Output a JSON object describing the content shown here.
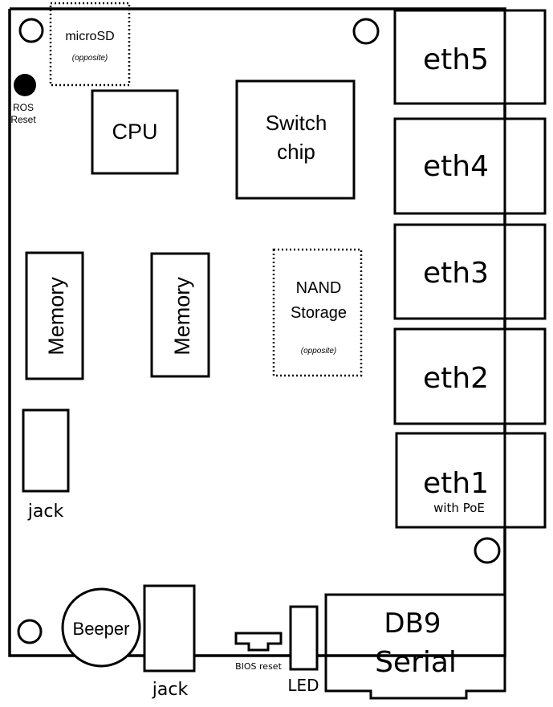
{
  "labels": {
    "microsd": "microSD",
    "microsd_note": "(opposite)",
    "ros_reset_line1": "ROS",
    "ros_reset_line2": "Reset",
    "cpu": "CPU",
    "switch_line1": "Switch",
    "switch_line2": "chip",
    "memory_left": "Memory",
    "memory_right": "Memory",
    "nand_line1": "NAND",
    "nand_line2": "Storage",
    "nand_note": "(opposite)",
    "eth5": "eth5",
    "eth4": "eth4",
    "eth3": "eth3",
    "eth2": "eth2",
    "eth1": "eth1",
    "eth1_note": "with PoE",
    "jack_left": "jack",
    "jack_bottom": "jack",
    "beeper": "Beeper",
    "bios_reset": "BIOS reset",
    "led": "LED",
    "db9_line1": "DB9",
    "db9_line2": "Serial"
  }
}
